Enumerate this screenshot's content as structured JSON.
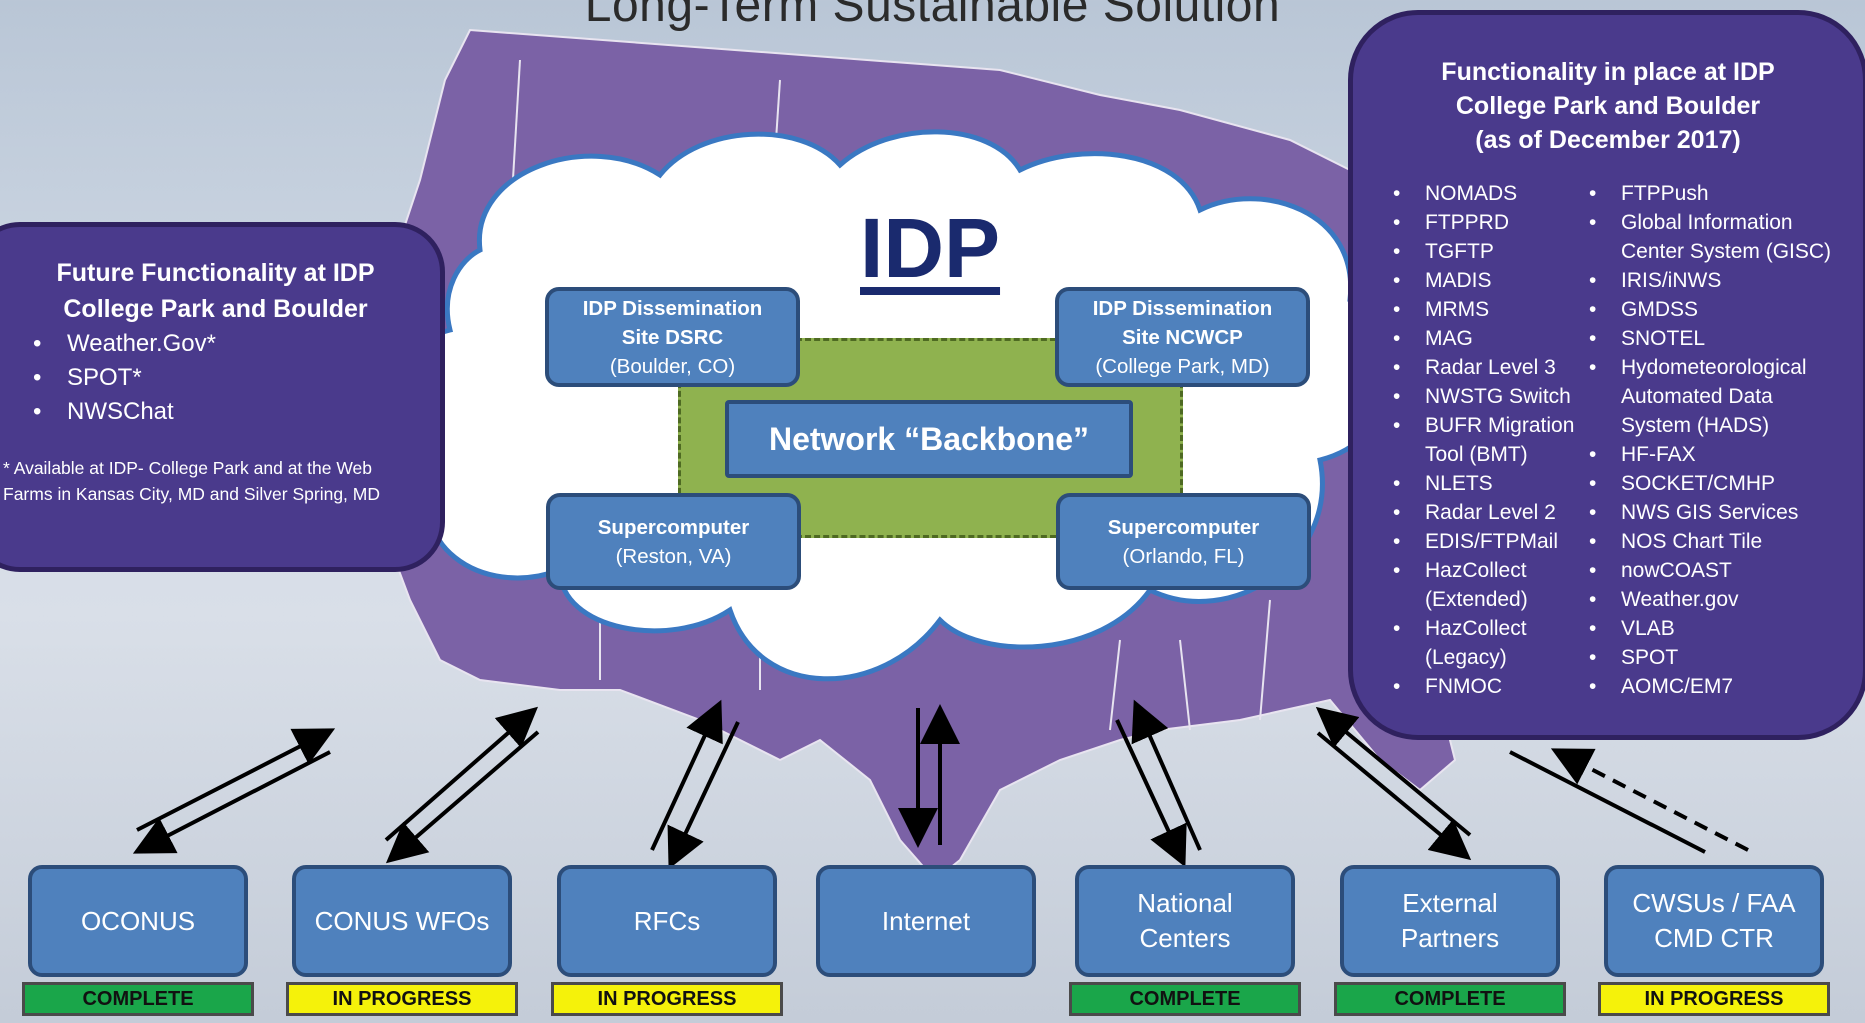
{
  "title": "Long-Term Sustainable Solution",
  "idp_label": "IDP",
  "future_panel": {
    "title": "Future Functionality at IDP College Park and Boulder",
    "items": [
      "Weather.Gov*",
      "SPOT*",
      "NWSChat"
    ],
    "note": "* Available at IDP- College Park and at the Web Farms in Kansas City, MD and Silver Spring, MD"
  },
  "current_panel": {
    "title_line1": "Functionality in place at IDP",
    "title_line2": "College Park and Boulder",
    "title_line3": "(as of December 2017)",
    "col1": [
      "NOMADS",
      "FTPPRD",
      "TGFTP",
      "MADIS",
      "MRMS",
      "MAG",
      "Radar Level 3",
      "NWSTG Switch",
      "BUFR Migration Tool (BMT)",
      "NLETS",
      "Radar Level 2",
      "EDIS/FTPMail",
      "HazCollect (Extended)",
      "HazCollect (Legacy)",
      "FNMOC"
    ],
    "col2": [
      "FTPPush",
      "Global Information Center System (GISC)",
      "IRIS/iNWS",
      "GMDSS",
      "SNOTEL",
      "Hydometeorological Automated Data System (HADS)",
      "HF-FAX",
      "SOCKET/CMHP",
      "NWS GIS Services",
      "NOS Chart Tile",
      "nowCOAST",
      "Weather.gov",
      "VLAB",
      "SPOT",
      "AOMC/EM7"
    ]
  },
  "sites": {
    "dsrc": {
      "name1": "IDP Dissemination",
      "name2": "Site DSRC",
      "loc": "(Boulder, CO)"
    },
    "ncwcp": {
      "name1": "IDP Dissemination",
      "name2": "Site NCWCP",
      "loc": "(College Park, MD)"
    },
    "reston": {
      "name": "Supercomputer",
      "loc": "(Reston, VA)"
    },
    "orlando": {
      "name": "Supercomputer",
      "loc": "(Orlando, FL)"
    }
  },
  "backbone": "Network “Backbone”",
  "endpoints": [
    {
      "line1": "OCONUS",
      "line2": "",
      "status": "COMPLETE"
    },
    {
      "line1": "CONUS WFOs",
      "line2": "",
      "status": "IN PROGRESS"
    },
    {
      "line1": "RFCs",
      "line2": "",
      "status": "IN PROGRESS"
    },
    {
      "line1": "Internet",
      "line2": "",
      "status": ""
    },
    {
      "line1": "National",
      "line2": "Centers",
      "status": "COMPLETE"
    },
    {
      "line1": "External",
      "line2": "Partners",
      "status": "COMPLETE"
    },
    {
      "line1": "CWSUs / FAA",
      "line2": "CMD CTR",
      "status": "IN PROGRESS"
    }
  ],
  "colors": {
    "panel": "#4a3a8c",
    "box": "#4f81bd",
    "backbone_area": "#8fb24f",
    "complete": "#1aa64a",
    "in_progress": "#f5f20a",
    "map": "#7b62a6"
  }
}
